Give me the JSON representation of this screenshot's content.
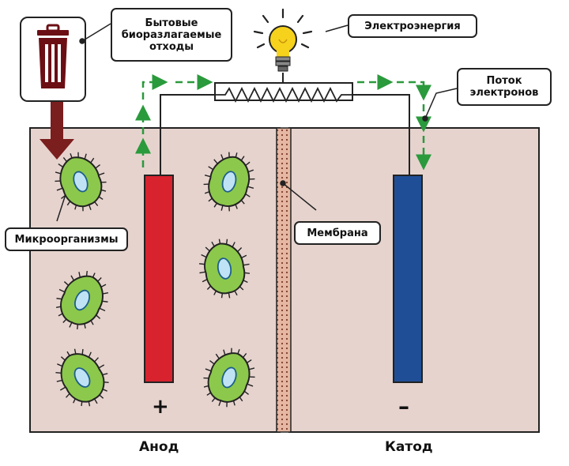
{
  "labels": {
    "waste": "Бытовые\nбиоразлагаемые\nотходы",
    "electricity": "Электроэнергия",
    "electron_flow": "Поток\nэлектронов",
    "microorganisms": "Микроорганизмы",
    "membrane": "Мембрана",
    "anode": "Анод",
    "cathode": "Катод",
    "plus": "+",
    "minus": "–"
  },
  "colors": {
    "tank": "#e6d3ce",
    "anode_electrode": "#d8222e",
    "cathode_electrode": "#1f4e96",
    "microbe_body": "#8cc84b",
    "microbe_nucleus": "#bfe3f5",
    "membrane": "#d9a68e",
    "arrow_green": "#2a9a3c",
    "waste_arrow": "#7a1e1e",
    "bin": "#6b0f14",
    "bulb": "#f6d21c"
  },
  "icons": {
    "bin": "trash-bin-icon",
    "bulb": "light-bulb-icon"
  }
}
